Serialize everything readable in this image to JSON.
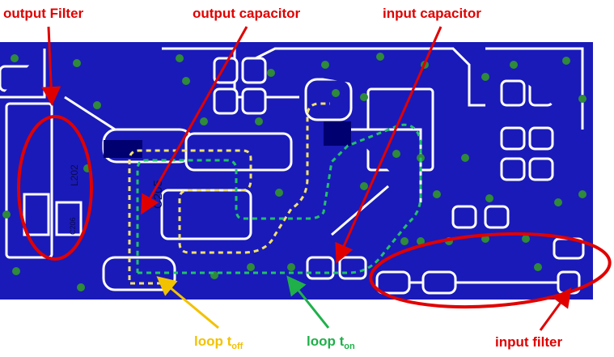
{
  "labels": {
    "output_filter": "output Filter",
    "output_capacitor": "output capacitor",
    "input_capacitor": "input capacitor",
    "input_filter": "input filter",
    "loop_off_main": "loop t",
    "loop_off_sub": "off",
    "loop_on_main": "loop t",
    "loop_on_sub": "on"
  },
  "silkscreen": {
    "c205": "C205",
    "l202": "L202",
    "c206": "C206"
  },
  "colors": {
    "board": "#1a1ab8",
    "copper_outline": "#ffffff",
    "via": "#2f8a3a",
    "annotation_red": "#e00000",
    "loop_off": "#f2e26a",
    "loop_on": "#22c06a",
    "arrow_yellow": "#f2c200",
    "arrow_green": "#1fb04a"
  }
}
